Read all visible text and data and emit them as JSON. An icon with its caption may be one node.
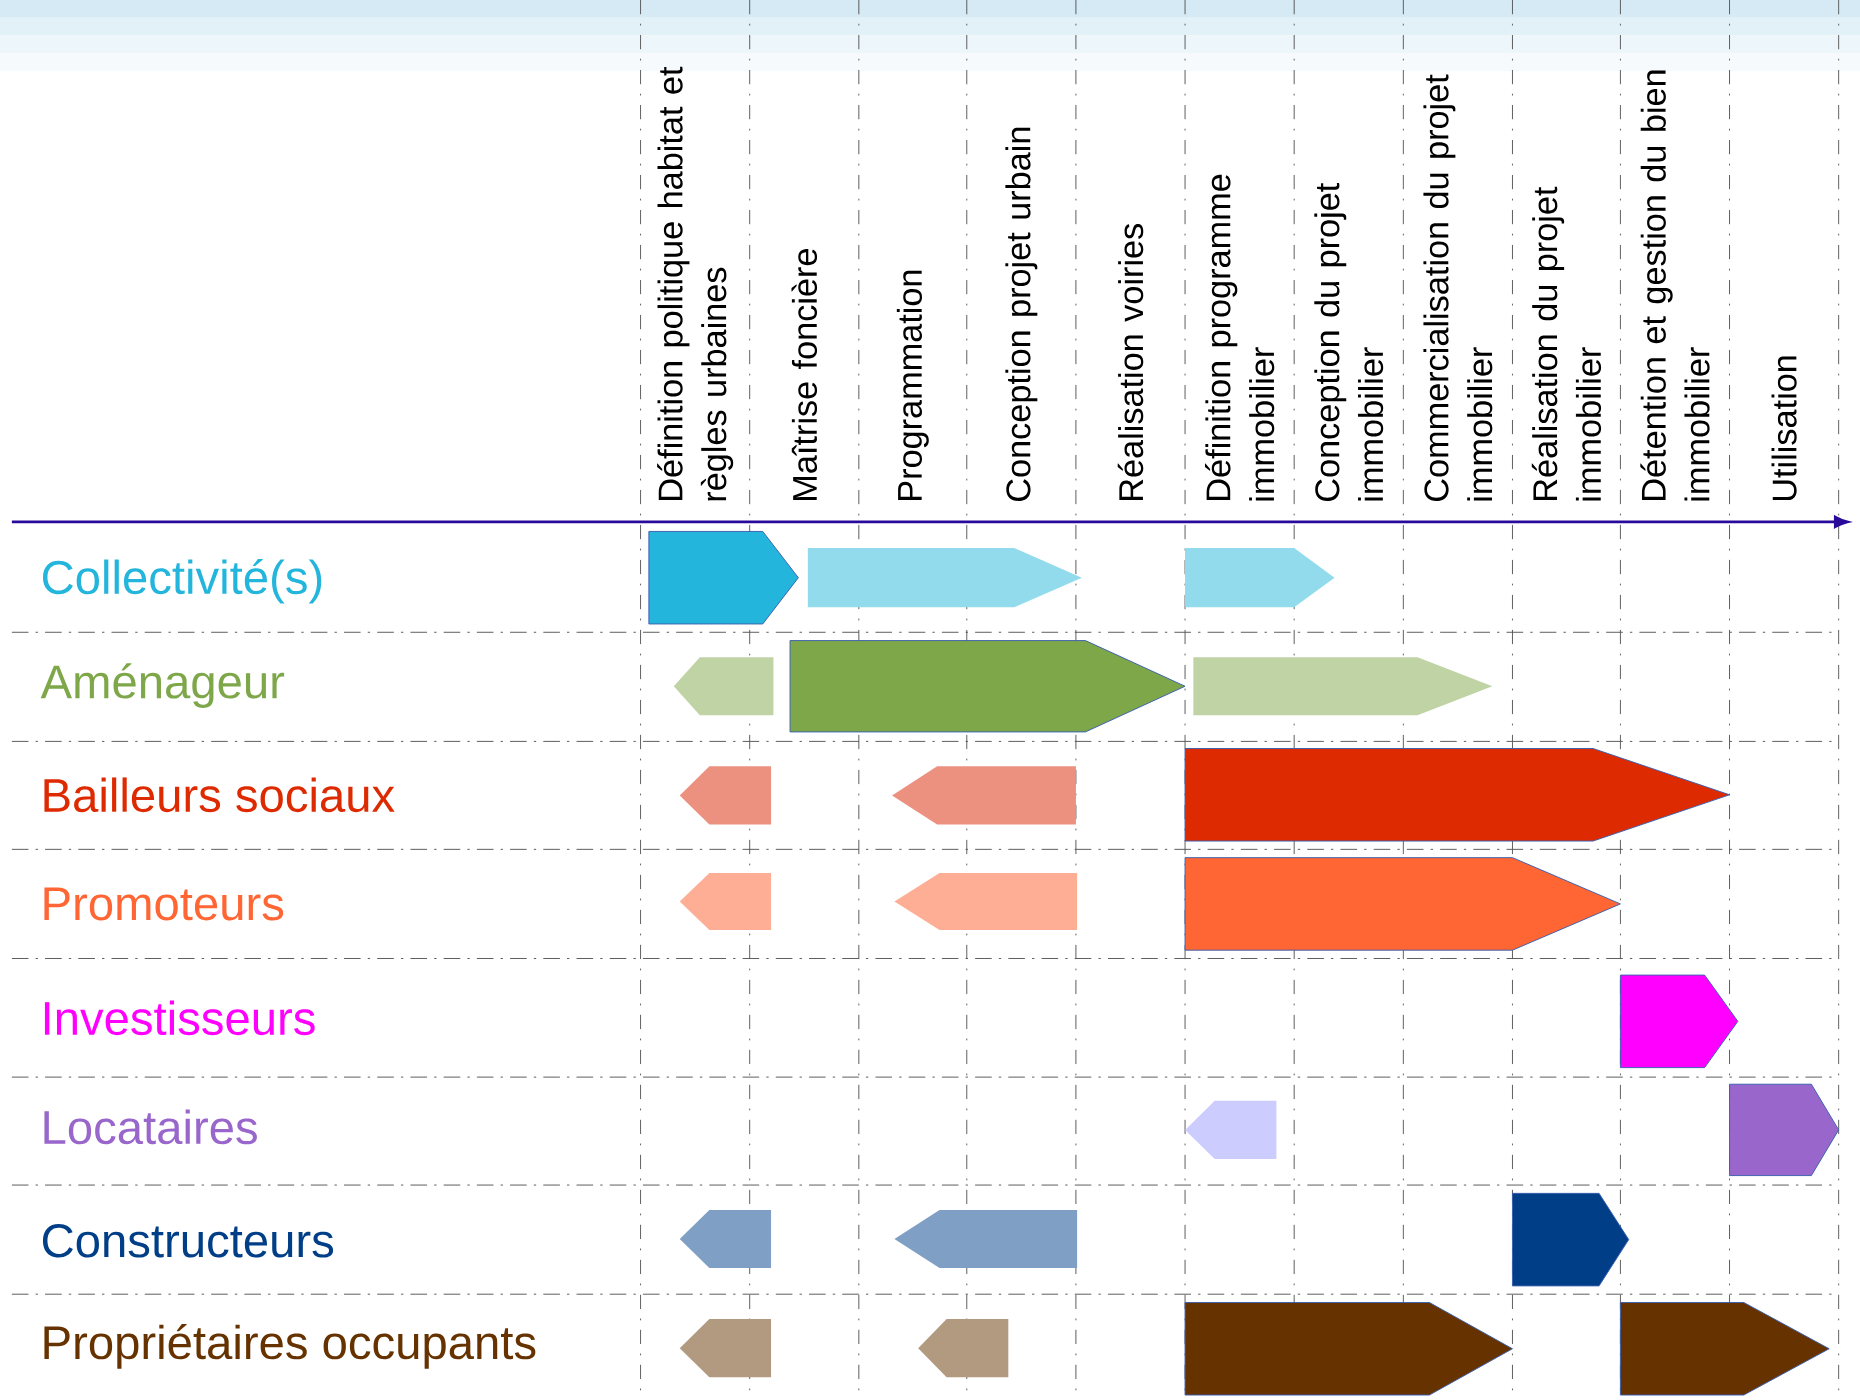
{
  "diagram": {
    "nodes": [
      {
        "text": [],
        "shape": "arrow"
      },
      {
        "text": [],
        "shape": "arrow"
      },
      {
        "text": [],
        "shape": "arrow"
      },
      {
        "text": [],
        "shape": "arrow"
      },
      {
        "text": [],
        "shape": "arrow"
      },
      {
        "text": [],
        "shape": "arrow"
      },
      {
        "text": [],
        "shape": "arrow"
      },
      {
        "text": [],
        "shape": "arrow"
      },
      {
        "text": [],
        "shape": "arrow"
      },
      {
        "text": [],
        "shape": "arrow"
      },
      {
        "text": [],
        "shape": "arrow"
      },
      {
        "text": [],
        "shape": "arrow"
      },
      {
        "text": [],
        "shape": "arrow"
      },
      {
        "text": [],
        "shape": "arrow"
      },
      {
        "text": [],
        "shape": "arrow"
      },
      {
        "text": [],
        "shape": "arrow"
      },
      {
        "text": [],
        "shape": "arrow"
      },
      {
        "text": [],
        "shape": "arrow"
      },
      {
        "text": [],
        "shape": "arrow"
      },
      {
        "text": [],
        "shape": "arrow"
      },
      {
        "text": [],
        "shape": "arrow"
      },
      {
        "text": [],
        "shape": "arrow"
      }
    ],
    "labels": [
      "Définition politique habitat et règles urbaines",
      "Maîtrise foncière",
      "Programmation",
      "Conception projet urbain",
      "Réalisation voiries",
      "Définition programme immobilier",
      "Conception du projet immobilier",
      "Commercialisation du projet immobilier",
      "Réalisation du projet immobilier",
      "Détention et gestion du bien immobilier",
      "Utilisation",
      "Collectivité(s)",
      "Aménageur",
      "Bailleurs sociaux",
      "Promoteurs",
      "Investisseurs",
      "Locataires",
      "Constructeurs",
      "Propriétaires occupants"
    ]
  }
}
